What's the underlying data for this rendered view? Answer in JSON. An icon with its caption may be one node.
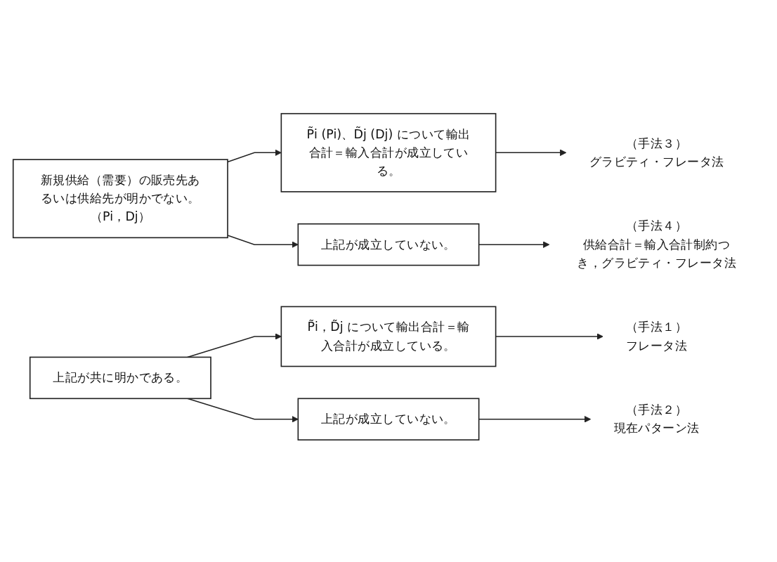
{
  "diagram": {
    "nodes": [
      {
        "text": [
          "新規供給（需要）の販売先あるいは供給先が明かでない。（Pi，Dj）"
        ]
      },
      {
        "text": [
          "P̃i (Pi)、D̃j (Dj) について輸出合計＝輸入合計が成立している。"
        ]
      },
      {
        "text": [
          "上記が成立していない。"
        ]
      },
      {
        "text": [
          "（手法３）",
          "グラビティ・フレータ法"
        ]
      },
      {
        "text": [
          "（手法４）",
          "供給合計＝輸入合計制約つき，グラビティ・フレータ法"
        ]
      },
      {
        "text": [
          "上記が共に明かである。"
        ]
      },
      {
        "text": [
          "P̃i，D̃j について輸出合計＝輸入合計が成立している。"
        ]
      },
      {
        "text": [
          "上記が成立していない。"
        ]
      },
      {
        "text": [
          "（手法１）",
          "フレータ法"
        ]
      },
      {
        "text": [
          "（手法２）",
          "現在パターン法"
        ]
      }
    ],
    "edges": [
      {
        "from": 0,
        "to": 1,
        "arrow": "to"
      },
      {
        "from": 0,
        "to": 2,
        "arrow": "to"
      },
      {
        "from": 1,
        "to": 3,
        "arrow": "to"
      },
      {
        "from": 2,
        "to": 4,
        "arrow": "to"
      },
      {
        "from": 5,
        "to": 6,
        "arrow": "to"
      },
      {
        "from": 5,
        "to": 7,
        "arrow": "to"
      },
      {
        "from": 6,
        "to": 8,
        "arrow": "to"
      },
      {
        "from": 7,
        "to": 9,
        "arrow": "to"
      }
    ]
  }
}
